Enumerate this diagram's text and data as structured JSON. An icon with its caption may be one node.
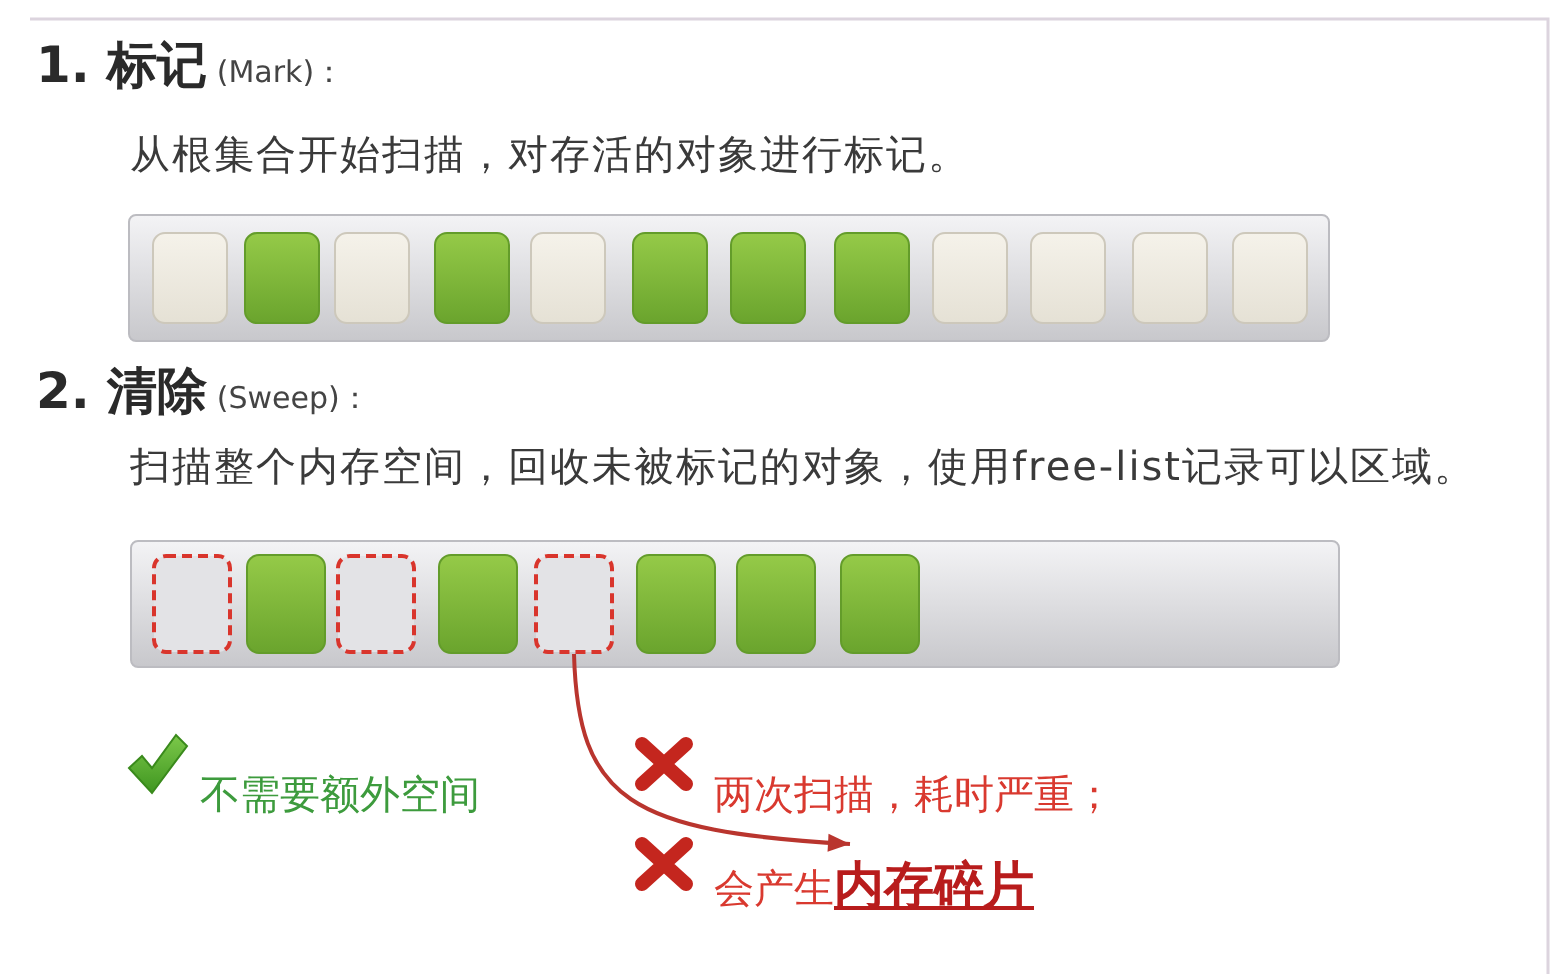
{
  "diagram": {
    "nodes": [
      {
        "text": [],
        "shape": "bar"
      },
      {
        "text": [],
        "shape": "box",
        "in": 0
      },
      {
        "text": [],
        "shape": "box",
        "in": 0
      },
      {
        "text": [],
        "shape": "box",
        "in": 0
      },
      {
        "text": [],
        "shape": "box",
        "in": 0
      },
      {
        "text": [],
        "shape": "box",
        "in": 0
      },
      {
        "text": [],
        "shape": "box",
        "in": 0
      },
      {
        "text": [],
        "shape": "box",
        "in": 0
      },
      {
        "text": [],
        "shape": "box",
        "in": 0
      },
      {
        "text": [],
        "shape": "box",
        "in": 0
      },
      {
        "text": [],
        "shape": "box",
        "in": 0
      },
      {
        "text": [],
        "shape": "box",
        "in": 0
      },
      {
        "text": [],
        "shape": "box",
        "in": 0
      },
      {
        "text": [],
        "shape": "bar"
      },
      {
        "text": [],
        "shape": "box",
        "in": 13
      },
      {
        "text": [],
        "shape": "box",
        "in": 13
      },
      {
        "text": [],
        "shape": "box",
        "in": 13
      },
      {
        "text": [],
        "shape": "box",
        "in": 13
      },
      {
        "text": [],
        "shape": "box",
        "in": 13
      },
      {
        "text": [],
        "shape": "box",
        "in": 13
      },
      {
        "text": [],
        "shape": "box",
        "in": 13
      },
      {
        "text": [],
        "shape": "box",
        "in": 13
      },
      {
        "text": [
          "会产生**内存碎片**"
        ]
      }
    ],
    "edges": [
      {
        "from": 18,
        "to": 22,
        "arrow": "to"
      }
    ],
    "labels": [
      "**1. 标记** (Mark)：",
      "从根集合开始扫描，对存活的对象进行标记。",
      "**2. 清除** (Sweep)：",
      "扫描整个内存空间，回收未被标记的对象，使用free-list记录可以区域。",
      "不需要额外空间",
      "两次扫描，耗时严重；"
    ]
  }
}
